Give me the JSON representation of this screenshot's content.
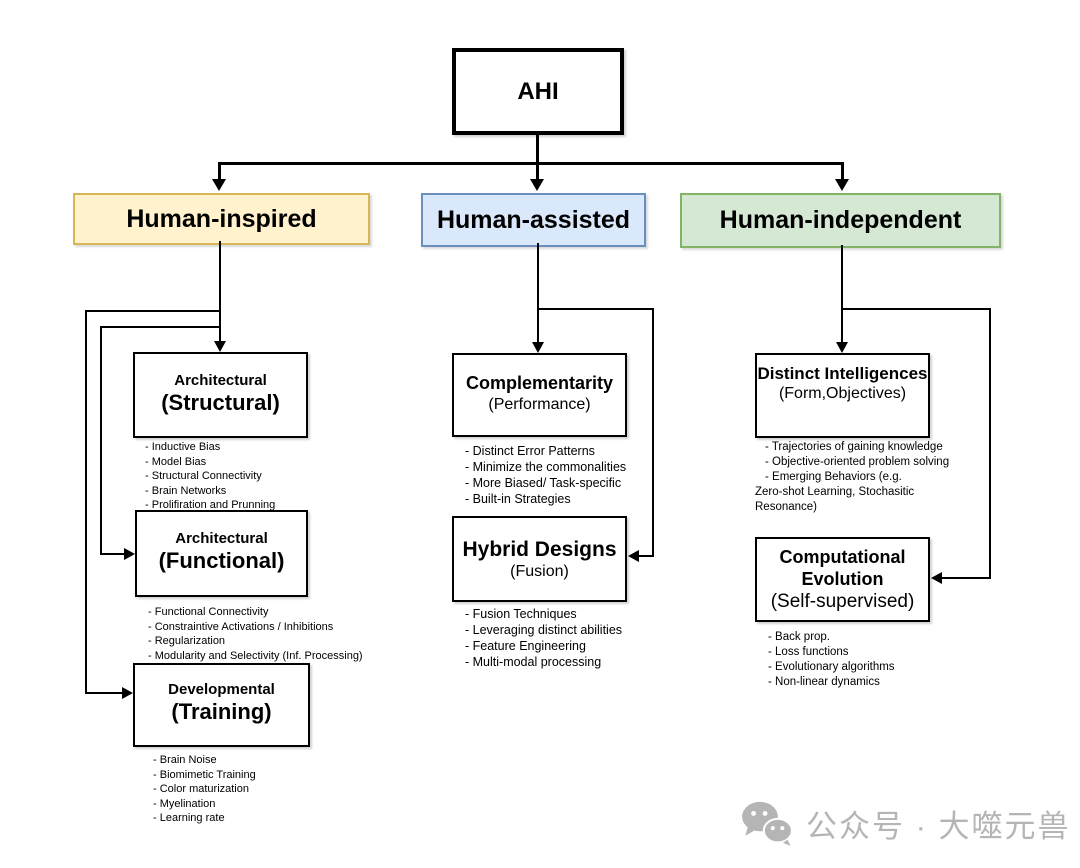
{
  "root": {
    "label": "AHI"
  },
  "branches": [
    {
      "id": "human-inspired",
      "label": "Human-inspired",
      "fill": "#FFF2CC",
      "border": "#D6B656",
      "sections": [
        {
          "title": "Architectural",
          "subtitle": "(Structural)",
          "items": [
            "Inductive Bias",
            "Model Bias",
            "Structural Connectivity",
            "Brain Networks",
            "Prolifiration and Prunning"
          ]
        },
        {
          "title": "Architectural",
          "subtitle": "(Functional)",
          "items": [
            "Functional Connectivity",
            "Constraintive Activations / Inhibitions",
            "Regularization",
            "Modularity and Selectivity (Inf. Processing)"
          ]
        },
        {
          "title": "Developmental",
          "subtitle": "(Training)",
          "items": [
            "Brain Noise",
            "Biomimetic Training",
            "Color maturization",
            "Myelination",
            "Learning rate"
          ]
        }
      ]
    },
    {
      "id": "human-assisted",
      "label": "Human-assisted",
      "fill": "#DAE8FC",
      "border": "#6C8EBF",
      "sections": [
        {
          "title": "Complementarity",
          "subtitle": "(Performance)",
          "items": [
            "Distinct Error Patterns",
            "Minimize the commonalities",
            "More Biased/ Task-specific",
            "Built-in Strategies"
          ]
        },
        {
          "title": "Hybrid Designs",
          "subtitle": "(Fusion)",
          "items": [
            "Fusion Techniques",
            "Leveraging distinct abilities",
            "Feature Engineering",
            "Multi-modal processing"
          ]
        }
      ]
    },
    {
      "id": "human-independent",
      "label": "Human-independent",
      "fill": "#D5E8D4",
      "border": "#82B366",
      "sections": [
        {
          "title": "Distinct Intelligences",
          "subtitle": "(Form,Objectives)",
          "items": [
            "Trajectories of gaining knowledge",
            "Objective-oriented problem solving",
            "Emerging Behaviors (e.g.\nZero-shot Learning, Stochasitic\nResonance)"
          ]
        },
        {
          "title": "Computational Evolution",
          "subtitle": "(Self-supervised)",
          "items": [
            "Back prop.",
            "Loss functions",
            "Evolutionary algorithms",
            "Non-linear dynamics"
          ]
        }
      ]
    }
  ],
  "watermark": {
    "icon": "wechat-icon",
    "text": "公众号 · 大噬元兽",
    "color": "#b5b5b5"
  }
}
